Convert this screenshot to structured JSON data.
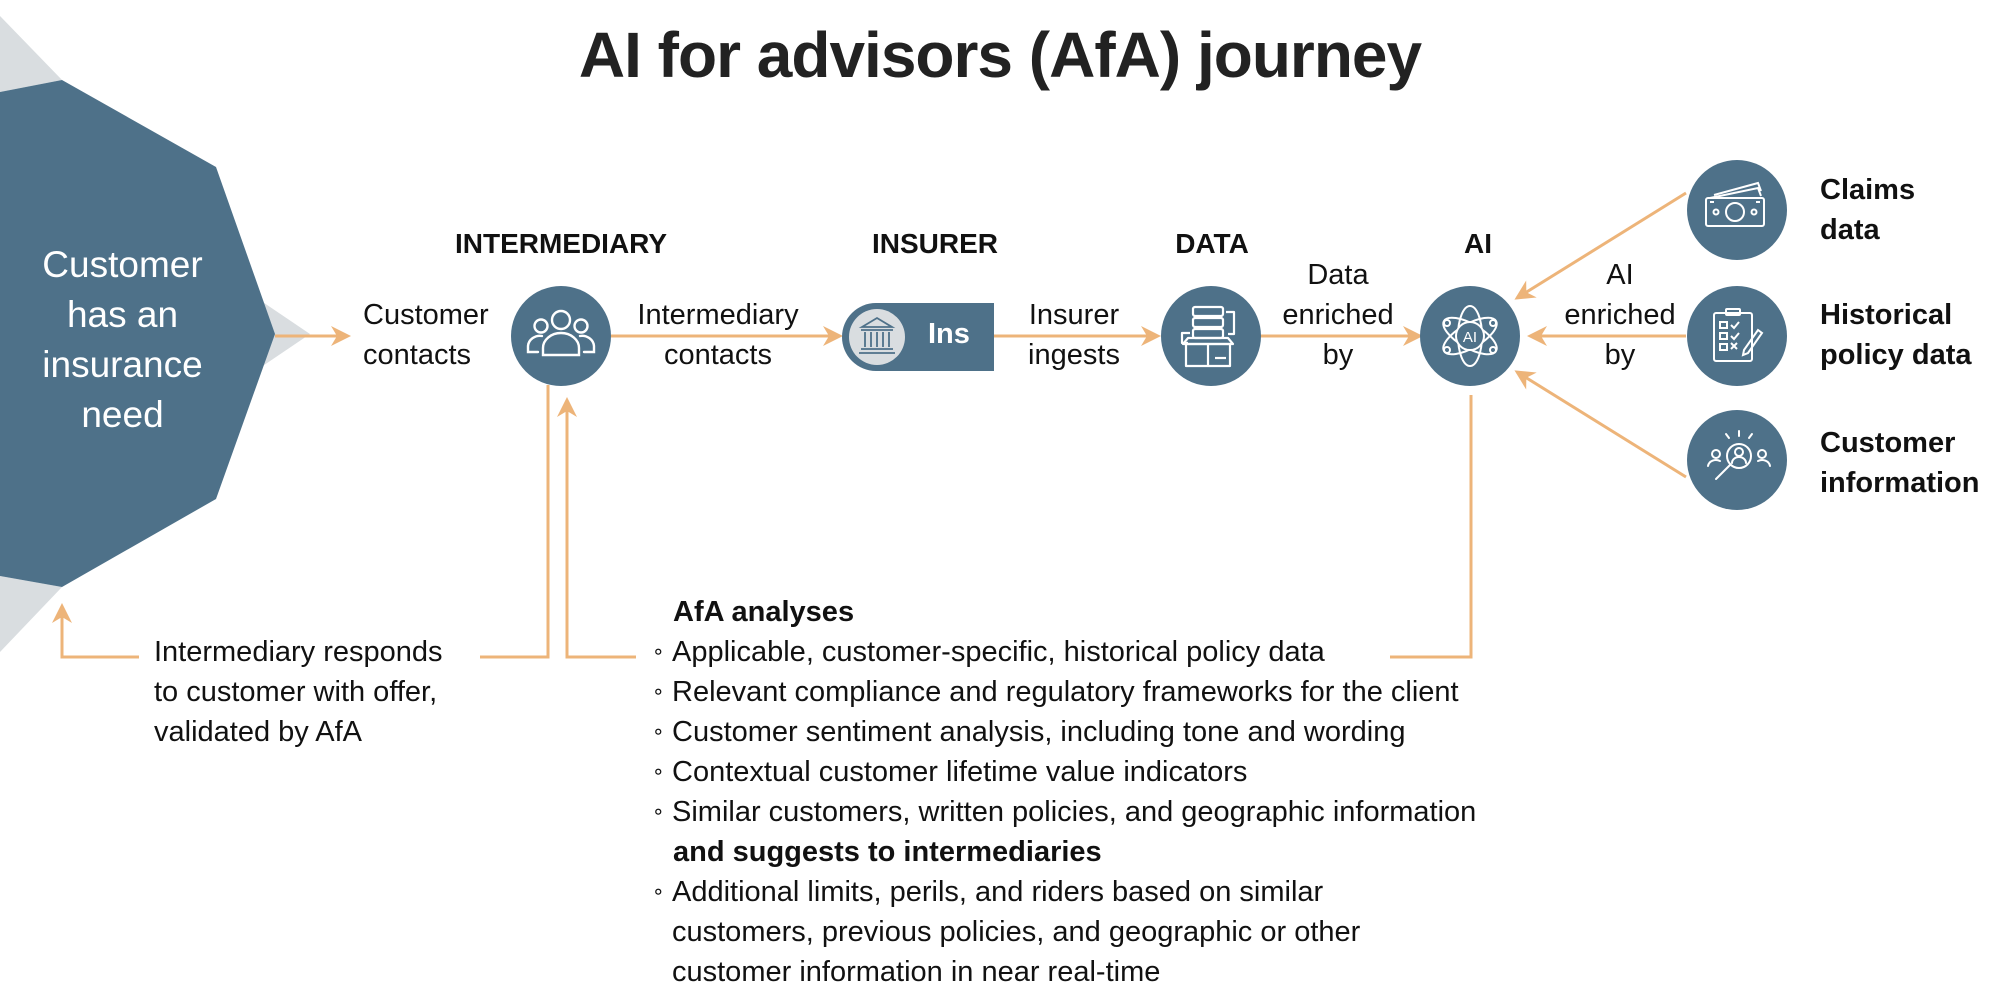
{
  "title": "AI for advisors (AfA) journey",
  "start": {
    "lines": [
      "Customer",
      "has an",
      "insurance",
      "need"
    ]
  },
  "stages": {
    "intermediary": {
      "header": "INTERMEDIARY",
      "icon": "people-group-icon"
    },
    "insurer": {
      "header": "INSURER",
      "badge_text": "Ins",
      "icon": "bank-building-icon"
    },
    "data": {
      "header": "DATA",
      "icon": "server-box-icon"
    },
    "ai": {
      "header": "AI",
      "icon": "ai-atom-icon"
    }
  },
  "edges": {
    "customer_contacts": [
      "Customer",
      "contacts"
    ],
    "intermediary_contacts": [
      "Intermediary",
      "contacts"
    ],
    "insurer_ingests": [
      "Insurer",
      "ingests"
    ],
    "data_enriched_by": [
      "Data",
      "enriched",
      "by"
    ],
    "ai_enriched_by": [
      "AI",
      "enriched",
      "by"
    ]
  },
  "sources": [
    {
      "lines": [
        "Claims",
        "data"
      ],
      "icon": "money-bills-icon"
    },
    {
      "lines": [
        "Historical",
        "policy data"
      ],
      "icon": "clipboard-checklist-icon"
    },
    {
      "lines": [
        "Customer",
        "information"
      ],
      "icon": "customer-search-icon"
    }
  ],
  "response": {
    "lines": [
      "Intermediary responds",
      "to customer with offer,",
      "validated by AfA"
    ]
  },
  "afa": {
    "heading": "AfA analyses",
    "analyses": [
      "Applicable, customer-specific, historical policy data",
      "Relevant compliance and regulatory frameworks for the client",
      "Customer sentiment analysis, including tone and wording",
      "Contextual customer lifetime value indicators",
      "Similar customers, written policies, and geographic information"
    ],
    "suggests_heading": "and suggests to intermediaries",
    "suggestions": [
      {
        "lines": [
          "Additional limits, perils, and riders based on similar",
          "customers, previous policies, and geographic or other",
          "customer information in near real-time"
        ]
      }
    ],
    "bullet": "∘"
  },
  "colors": {
    "primary": "#4E7189",
    "arrow": "#EDB479",
    "shadow": "#D9DDE0",
    "text": "#111111"
  }
}
